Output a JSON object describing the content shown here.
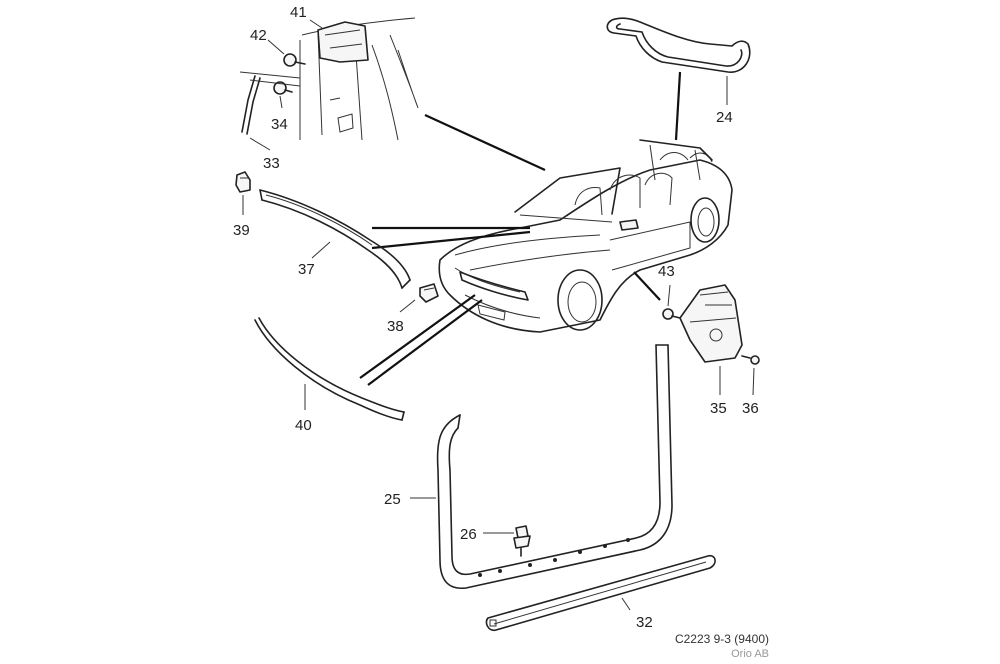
{
  "callouts": {
    "c41": "41",
    "c42": "42",
    "c34": "34",
    "c33": "33",
    "c24": "24",
    "c39": "39",
    "c37": "37",
    "c38": "38",
    "c40": "40",
    "c43": "43",
    "c35": "35",
    "c36": "36",
    "c25": "25",
    "c26": "26",
    "c32": "32"
  },
  "footer": {
    "reference": "C2223 9-3 (9400)",
    "publisher": "Orio AB"
  },
  "colors": {
    "line": "#222222",
    "publisher_text": "#999999"
  }
}
